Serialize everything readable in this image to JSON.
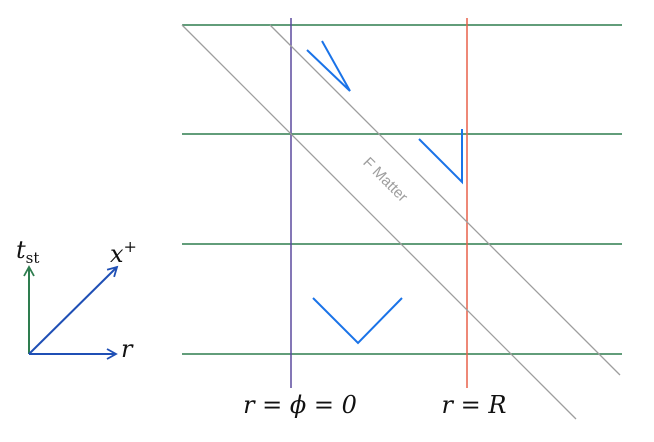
{
  "axes_legend": {
    "time_symbol": "t",
    "time_subscript": "st",
    "null_symbol": "x",
    "null_superscript": "+",
    "radial_symbol": "r"
  },
  "labels": {
    "origin_label": "r = ϕ = 0",
    "boundary_label": "r = R",
    "matter_label": "F Matter"
  },
  "colors": {
    "time_slice": "#2e7d4f",
    "origin_line": "#5b4a9e",
    "boundary_line": "#e8604a",
    "matter_lines": "#9e9e9e",
    "light_cones": "#1a73e8",
    "axis_x_plus": "#1f4fb5",
    "axis_time": "#2e7d4f",
    "axis_r": "#1f4fb5"
  }
}
